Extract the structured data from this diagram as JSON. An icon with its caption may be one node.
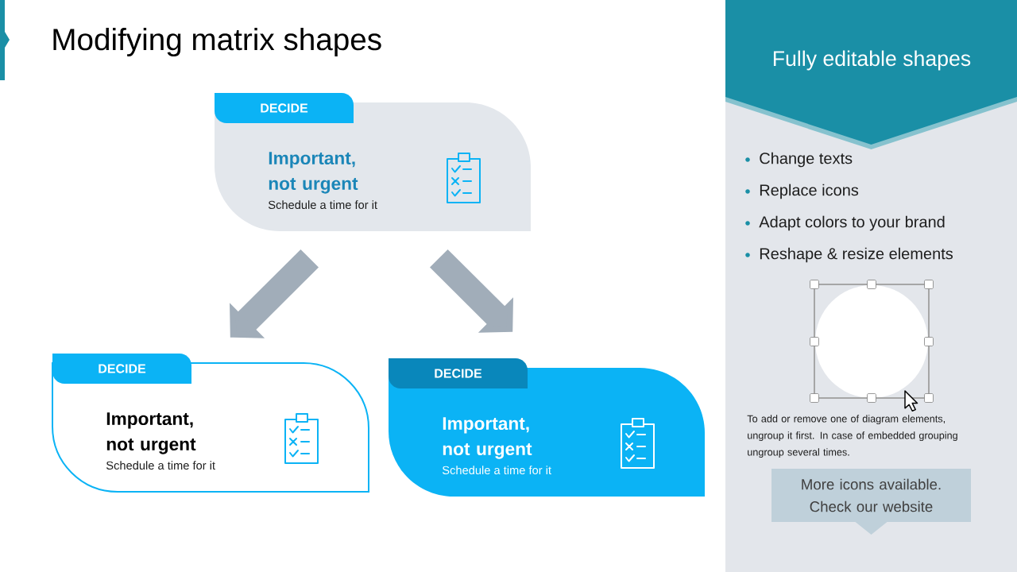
{
  "diagram": {
    "title": "Modifying matrix shapes",
    "nodes": [
      {
        "text": [
          "DECIDE"
        ]
      },
      {
        "text": [
          "Important, not urgent",
          "Schedule a time for it"
        ]
      },
      {
        "text": [
          "DECIDE"
        ]
      },
      {
        "text": [
          "Important, not urgent",
          "Schedule a time for it"
        ]
      },
      {
        "text": [
          "DECIDE"
        ]
      },
      {
        "text": [
          "Important, not urgent",
          "Schedule a time for it"
        ]
      },
      {
        "text": [
          "Change texts",
          "Replace icons",
          "Adapt colors to your brand",
          "Reshape & resize elements"
        ]
      },
      {
        "text": [
          "Fully editable shapes"
        ],
        "in": 6
      },
      {
        "text": [
          "More icons available. Check our website"
        ],
        "in": 6
      }
    ],
    "edges": [
      {
        "from": 1,
        "to": 3,
        "arrow": "to"
      },
      {
        "from": 1,
        "to": 4,
        "arrow": "to"
      }
    ],
    "labels": [
      "To add or remove one of diagram elements, ungroup it first. In case of embedded grouping ungroup several times."
    ]
  }
}
